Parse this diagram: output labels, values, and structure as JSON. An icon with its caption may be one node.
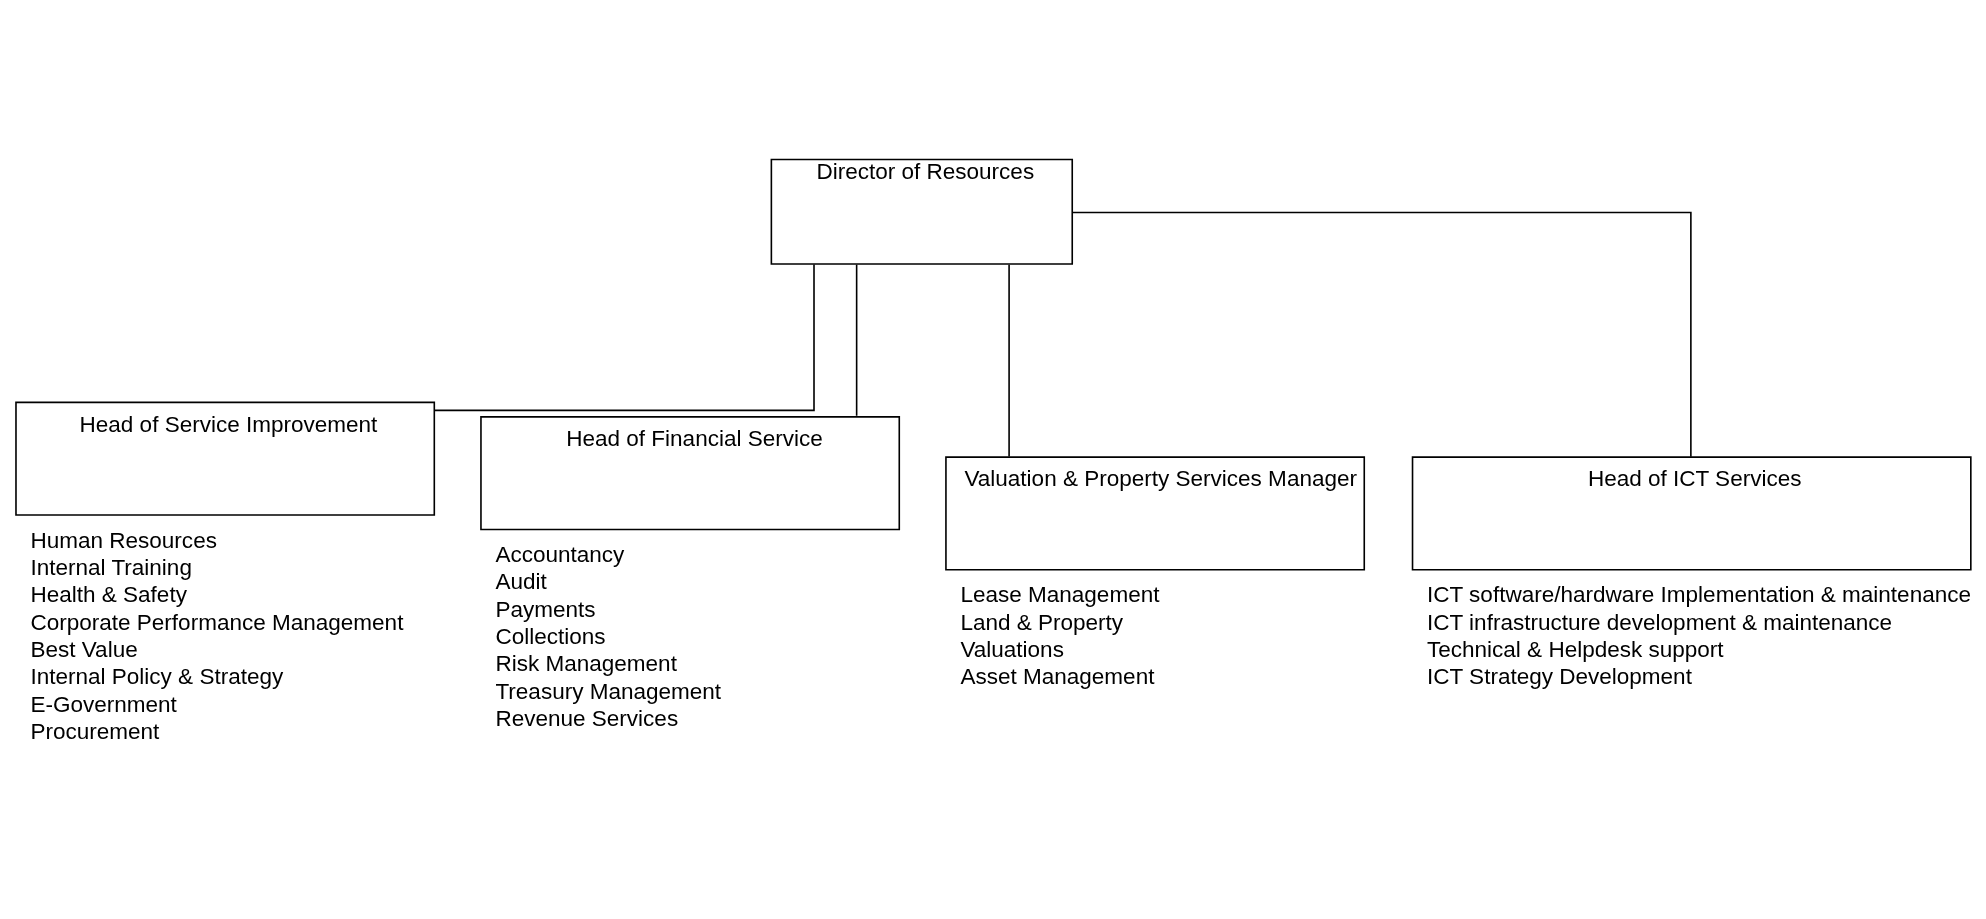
{
  "diagram": {
    "nodes": [
      {
        "text": [
          "Director of Resources"
        ]
      },
      {
        "text": [
          "Head of Service Improvement"
        ],
        "beside": [
          "Human Resources",
          "Internal Training",
          "Health & Safety",
          "Corporate Performance Management",
          "Best Value",
          "Internal Policy & Strategy",
          "E-Government",
          "Procurement"
        ]
      },
      {
        "text": [
          "Head of Financial Service"
        ],
        "beside": [
          "Accountancy",
          "Audit",
          "Payments",
          "Collections",
          "Risk Management",
          "Treasury Management",
          "Revenue Services"
        ]
      },
      {
        "text": [
          "Valuation & Property Services Manager"
        ],
        "beside": [
          "Lease Management",
          "Land & Property",
          "Valuations",
          "Asset Management"
        ]
      },
      {
        "text": [
          "Head of ICT Services"
        ],
        "beside": [
          "ICT software/hardware Implementation & maintenance",
          "ICT infrastructure development & maintenance",
          "Technical & Helpdesk support",
          "ICT Strategy Development"
        ]
      }
    ],
    "edges": [
      {
        "from": 0,
        "to": 1,
        "arrow": "none"
      },
      {
        "from": 0,
        "to": 2,
        "arrow": "none"
      },
      {
        "from": 0,
        "to": 3,
        "arrow": "none"
      },
      {
        "from": 0,
        "to": 4,
        "arrow": "none"
      }
    ]
  }
}
